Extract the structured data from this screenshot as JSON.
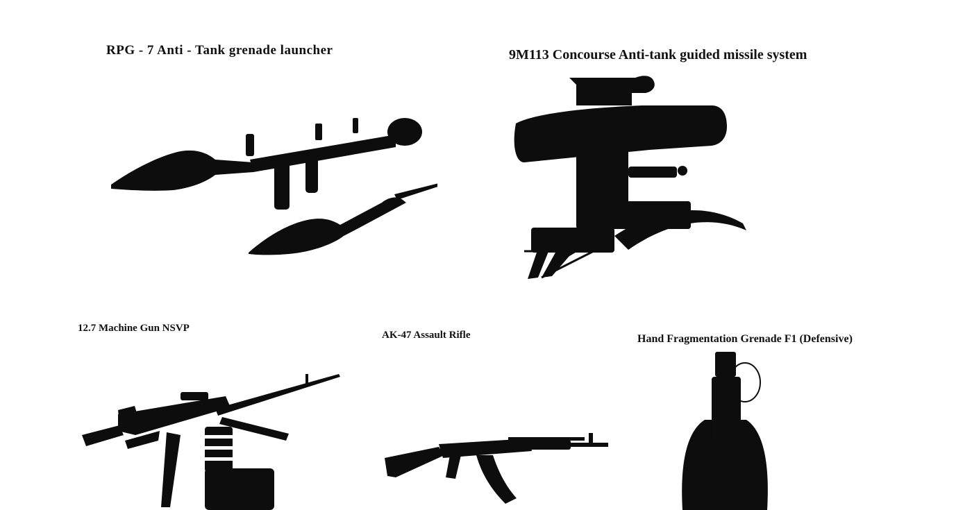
{
  "colors": {
    "silhouette": "#0d0d0d",
    "background": "#ffffff"
  },
  "items": [
    {
      "caption": "RPG - 7 Anti - Tank grenade launcher",
      "image": "rpg-7-launcher-silhouette"
    },
    {
      "caption": "9M113 Concourse Anti-tank guided missile system",
      "image": "atgm-launcher-silhouette"
    },
    {
      "caption": "12.7 Machine Gun NSVP",
      "image": "heavy-machine-gun-silhouette"
    },
    {
      "caption": "AK-47 Assault Rifle",
      "image": "assault-rifle-silhouette"
    },
    {
      "caption": "Hand Fragmentation Grenade F1 (Defensive)",
      "image": "hand-grenade-silhouette"
    }
  ]
}
